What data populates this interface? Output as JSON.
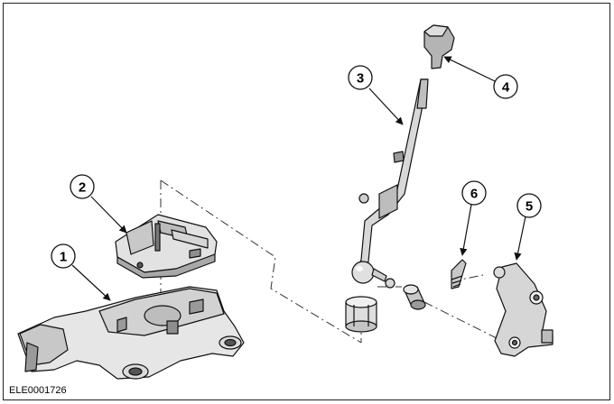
{
  "diagram": {
    "reference_code": "ELE0001726",
    "callouts": [
      {
        "id": "1",
        "label": "1"
      },
      {
        "id": "2",
        "label": "2"
      },
      {
        "id": "3",
        "label": "3"
      },
      {
        "id": "4",
        "label": "4"
      },
      {
        "id": "5",
        "label": "5"
      },
      {
        "id": "6",
        "label": "6"
      }
    ],
    "colors": {
      "line": "#111111",
      "fill_light": "#e6e6e6",
      "fill_mid": "#c8c8c8",
      "fill_dark": "#9a9a9a"
    }
  }
}
